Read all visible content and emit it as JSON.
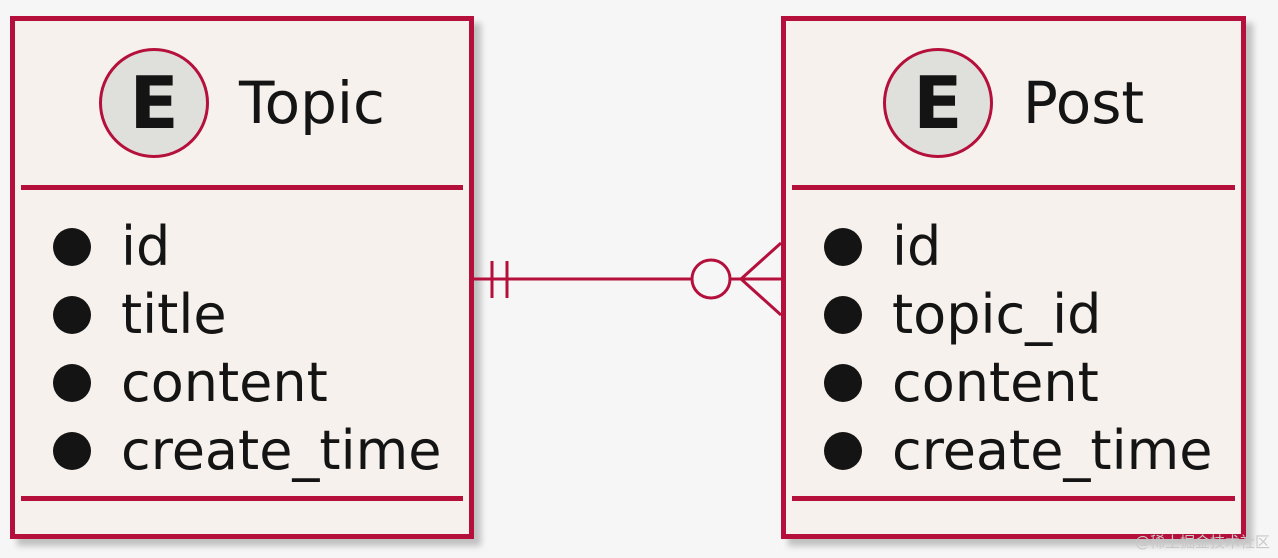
{
  "diagram": {
    "entities": [
      {
        "id": "topic",
        "badge": "E",
        "name": "Topic",
        "attributes": [
          "id",
          "title",
          "content",
          "create_time"
        ]
      },
      {
        "id": "post",
        "badge": "E",
        "name": "Post",
        "attributes": [
          "id",
          "topic_id",
          "content",
          "create_time"
        ]
      }
    ],
    "relationship": {
      "from": "Topic",
      "to": "Post",
      "from_cardinality": "exactly-one",
      "to_cardinality": "zero-or-many"
    },
    "colors": {
      "border": "#b5103c",
      "entity_fill": "#f6f1ec",
      "badge_fill": "#dfe0dc",
      "text": "#141414"
    }
  },
  "watermark": "@稀土掘金技术社区"
}
